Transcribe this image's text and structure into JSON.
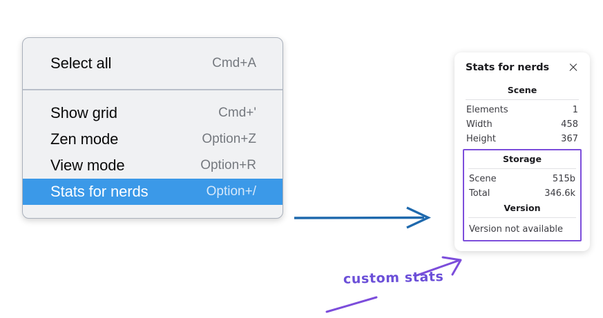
{
  "menu": {
    "name": "context-menu",
    "sections": [
      {
        "items": [
          {
            "label": "Select all",
            "shortcut": "Cmd+A",
            "selected": false
          }
        ]
      },
      {
        "items": [
          {
            "label": "Show grid",
            "shortcut": "Cmd+'",
            "selected": false
          },
          {
            "label": "Zen mode",
            "shortcut": "Option+Z",
            "selected": false
          },
          {
            "label": "View mode",
            "shortcut": "Option+R",
            "selected": false
          },
          {
            "label": "Stats for nerds",
            "shortcut": "Option+/",
            "selected": true
          }
        ]
      }
    ]
  },
  "stats_panel": {
    "title": "Stats for nerds",
    "close_icon": "close-icon",
    "scene": {
      "heading": "Scene",
      "rows": [
        {
          "key": "Elements",
          "value": "1"
        },
        {
          "key": "Width",
          "value": "458"
        },
        {
          "key": "Height",
          "value": "367"
        }
      ]
    },
    "storage": {
      "heading": "Storage",
      "rows": [
        {
          "key": "Scene",
          "value": "515b"
        },
        {
          "key": "Total",
          "value": "346.6k"
        }
      ]
    },
    "version": {
      "heading": "Version",
      "text": "Version not available"
    }
  },
  "annotations": {
    "custom_stats_label": "custom stats",
    "arrow_blue_color": "#1f69ad",
    "arrow_purple_color": "#7c4ddb",
    "highlight_color": "#3b99e8",
    "purple_box_color": "#7c4ddb"
  }
}
